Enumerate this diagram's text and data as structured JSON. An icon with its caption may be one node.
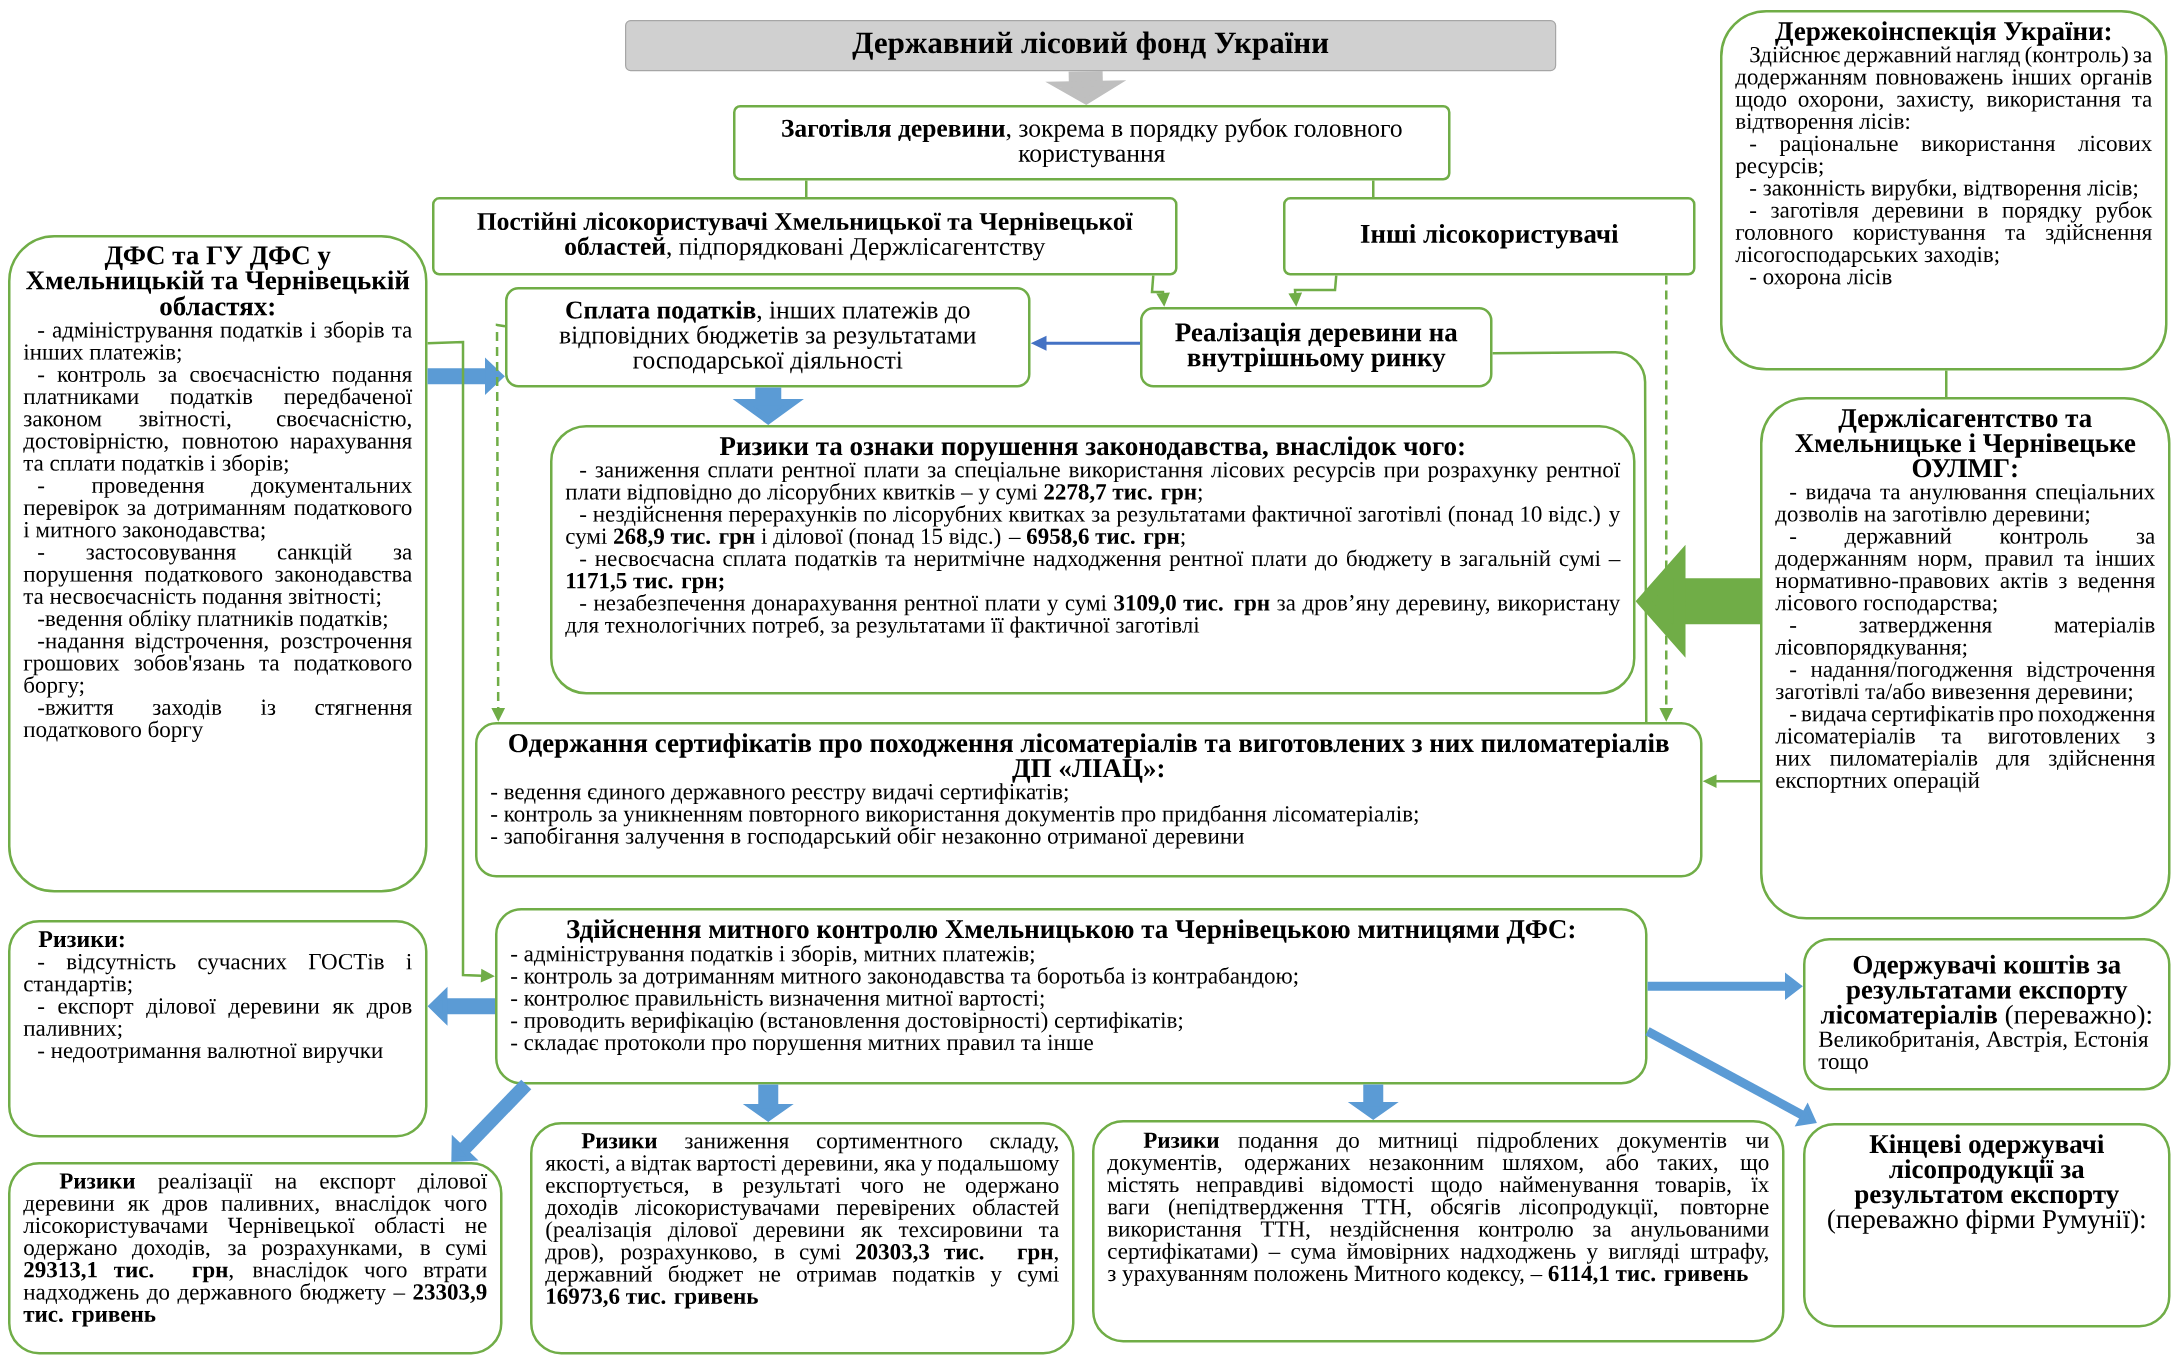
{
  "diagram": {
    "nodes": [
      {
        "text": [
          "Державний лісовий фонд України"
        ]
      },
      {
        "text": [
          "**Заготівля деревини**, зокрема в порядку рубок головного користування"
        ]
      },
      {
        "text": [
          "**Постійні лісокористувачі Хмельницької та Чернівецької областей**, підпорядковані Держлісагентству"
        ]
      },
      {
        "text": [
          "Інші лісокористувачі"
        ]
      },
      {
        "text": [
          "**Сплата податків**, інших платежів до відповідних бюджетів за результатами господарської діяльності"
        ]
      },
      {
        "text": [
          "Реалізація деревини на внутрішньому ринку"
        ]
      },
      {
        "text": [
          "Ризики та ознаки порушення законодавства, внаслідок чого:",
          "- заниження сплати рентної плати за спеціальне використання лісових ресурсів при розрахунку рентної плати відповідно до лісорубних квитків – у сумі **2278,7 тис. грн**;",
          "- нездійснення перерахунків по лісорубних квитках за результатами фактичної заготівлі (понад 10 відс.) у сумі **268,9 тис. грн** і ділової (понад 15 відс.) – **6958,6 тис. грн**;",
          "- несвоєчасна сплата податків та неритмічне надходження рентної плати до бюджету в загальній сумі – **1171,5 тис. грн;**",
          "- незабезпечення донарахування рентної плати у сумі **3109,0 тис. грн** за дров’яну деревину, використану для технологічних потреб, за результатами її фактичної заготівлі"
        ]
      },
      {
        "text": [
          "Одержання сертифікатів про походження лісоматеріалів та виготовлених з них пиломатеріалів ДП «ЛІАЦ»:",
          "- ведення єдиного державного реєстру видачі сертифікатів;",
          "- контроль за уникненням повторного використання документів про придбання лісоматеріалів;",
          "- запобігання залучення в господарський обіг незаконно отриманої деревини"
        ]
      },
      {
        "text": [
          "ДФС та ГУ ДФС у Хмельницькій та Чернівецькій областях:",
          "- адміністрування податків і зборів та інших платежів;",
          "- контроль за своєчасністю подання платниками податків передбаченої законом звітності, своєчасністю, достовірністю, повнотою нарахування та сплати податків і зборів;",
          "- проведення документальних перевірок за дотриманням податкового і митного законодавства;",
          "- застосовування санкцій за порушення податкового законодавства та несвоєчасність подання звітності;",
          "-ведення обліку платників податків;",
          "-надання відстрочення, розстрочення грошових зобов'язань та податкового боргу;",
          "-вжиття заходів із стягнення податкового боргу"
        ]
      },
      {
        "text": [
          "Держекоінспекція України:",
          "Здійснює державний нагляд (контроль) за додержанням повноважень інших органів щодо охорони, захисту, використання та відтворення лісів:",
          "- раціональне використання лісових ресурсів;",
          "- законність вирубки, відтворення лісів;",
          "- заготівля деревини в порядку рубок головного користування та здійснення лісогосподарських заходів;",
          "- охорона лісів"
        ]
      },
      {
        "text": [
          "Держлісагентство та Хмельницьке і Чернівецьке ОУЛМГ:",
          "- видача та анулювання спеціальних дозволів на заготівлю деревини;",
          "- державний контроль за додержанням норм, правил та інших нормативно-правових актів з ведення лісового господарства;",
          "- затвердження матеріалів лісовпорядкування;",
          "- надання/погодження відстрочення заготівлі та/або вивезення деревини;",
          "- видача сертифікатів про походження лісоматеріалів та виготовлених з них пиломатеріалів для здійснення експортних операцій"
        ]
      },
      {
        "text": [
          "Здійснення митного контролю Хмельницькою та Чернівецькою митницями ДФС:",
          "- адміністрування податків і зборів, митних платежів;",
          "- контроль за дотриманням митного законодавства та боротьба із контрабандою;",
          "- контролює правильність визначення митної вартості;",
          "- проводить верифікацію (встановлення достовірності) сертифікатів;",
          "- складає протоколи про порушення митних правил та інше"
        ]
      },
      {
        "text": [
          "Ризики:",
          "- відсутність сучасних ГОСТів і стандартів;",
          "- експорт ділової деревини як дров паливних;",
          "- недоотримання валютної виручки"
        ]
      },
      {
        "text": [
          "**Ризики** реалізації на експорт ділової деревини як дров паливних, внаслідок чого лісокористувачами Чернівецької області не одержано доходів, за розрахунками, в сумі **29313,1 тис. грн**, внаслідок чого втрати надходжень до державного бюджету – **23303,9 тис. гривень**"
        ]
      },
      {
        "text": [
          "**Ризики** заниження сортиментного складу, якості, а відтак вартості деревини, яка у подальшому експортується, в результаті чого не одержано доходів лісокористувачами перевірених областей (реалізація ділової деревини як техсировини та дров), розрахунково, в сумі **20303,3 тис. грн**, державний бюджет не отримав податків у сумі **16973,6 тис. гривень**"
        ]
      },
      {
        "text": [
          "**Ризики** подання до митниці підроблених документів чи документів, одержаних незаконним шляхом, або таких, що містять неправдиві відомості щодо найменування товарів, їх ваги (непідтвердження ТТН, обсягів лісопродукції, повторне використання ТТН, нездійснення контролю за анульованими сертифікатами) – сума ймовірних надходжень у вигляді штрафу, з урахуванням положень Митного кодексу, – **6114,1 тис. гривень**"
        ]
      },
      {
        "text": [
          "**Одержувачі коштів за результатами експорту лісоматеріалів** (переважно):",
          "Великобританія, Австрія, Естонія тощо"
        ]
      },
      {
        "text": [
          "**Кінцеві одержувачі лісопродукції за результатом експорту** (переважно фірми Румунії):"
        ]
      }
    ],
    "edges": [
      {
        "from": 0,
        "to": 1,
        "arrow": "to",
        "style": "thick",
        "color": "#bfbfbf"
      },
      {
        "from": 1,
        "to": 2,
        "arrow": "none"
      },
      {
        "from": 1,
        "to": 3,
        "arrow": "none"
      },
      {
        "from": 2,
        "to": 5,
        "arrow": "to"
      },
      {
        "from": 3,
        "to": 5,
        "arrow": "to"
      },
      {
        "from": 5,
        "to": 4,
        "arrow": "to",
        "color": "#4472c4"
      },
      {
        "from": 4,
        "to": 6,
        "arrow": "to",
        "style": "thick",
        "color": "#5b9bd5"
      },
      {
        "from": 8,
        "to": 4,
        "arrow": "to",
        "style": "thick",
        "color": "#5b9bd5"
      },
      {
        "from": 8,
        "to": 11,
        "arrow": "to"
      },
      {
        "from": 4,
        "to": 7,
        "arrow": "to",
        "style": "dashed"
      },
      {
        "from": 3,
        "to": 7,
        "arrow": "to",
        "style": "dashed"
      },
      {
        "from": 5,
        "to": 7,
        "arrow": "none"
      },
      {
        "from": 10,
        "to": 6,
        "arrow": "to",
        "style": "thick"
      },
      {
        "from": 10,
        "to": 7,
        "arrow": "to"
      },
      {
        "from": 9,
        "to": 10,
        "arrow": "none"
      },
      {
        "from": 11,
        "to": 12,
        "arrow": "to",
        "style": "thick",
        "color": "#5b9bd5"
      },
      {
        "from": 11,
        "to": 13,
        "arrow": "to",
        "style": "thick",
        "color": "#5b9bd5"
      },
      {
        "from": 11,
        "to": 14,
        "arrow": "to",
        "style": "thick",
        "color": "#5b9bd5"
      },
      {
        "from": 11,
        "to": 15,
        "arrow": "to",
        "style": "thick",
        "color": "#5b9bd5"
      },
      {
        "from": 11,
        "to": 16,
        "arrow": "to",
        "style": "thick",
        "color": "#5b9bd5"
      },
      {
        "from": 11,
        "to": 17,
        "arrow": "to",
        "style": "thick",
        "color": "#5b9bd5"
      }
    ]
  }
}
